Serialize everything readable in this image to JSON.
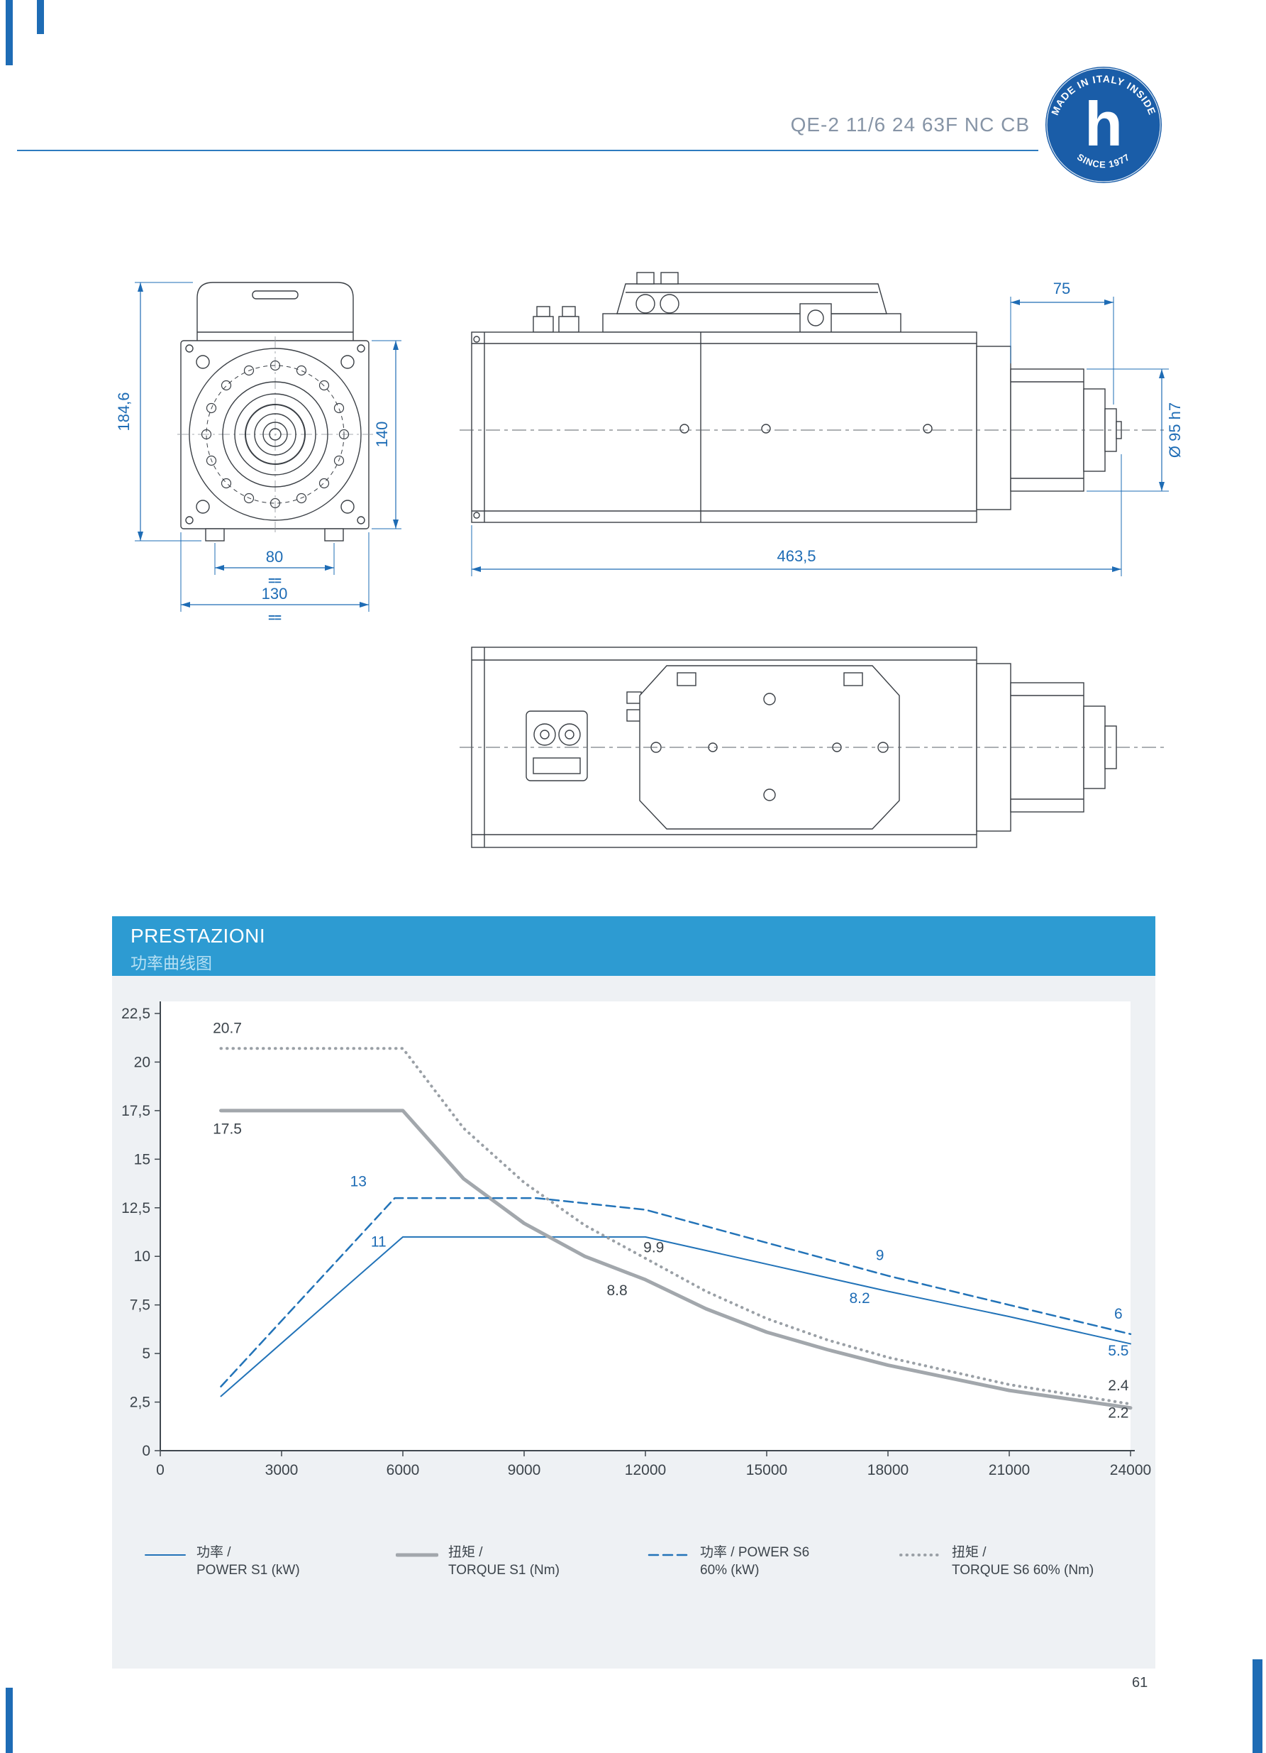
{
  "page": {
    "product_code": "QE-2 11/6 24 63F NC CB",
    "page_number": "61",
    "accent_blue": "#1e6cb5",
    "rule_color": "#2e7bbf"
  },
  "logo": {
    "arc_top": "MADE IN ITALY INSIDE",
    "arc_bottom": "SINCE 1977",
    "monogram": "h",
    "bg_color": "#1a5da8"
  },
  "drawings": {
    "front_view": {
      "dim_total_height": "184,6",
      "dim_body_height": "140",
      "dim_slot_width": "80",
      "dim_body_width": "130",
      "equality_mark": "=="
    },
    "side_view": {
      "dim_shaft_section": "75",
      "dim_shaft_diameter": "Ø 95 h7",
      "dim_total_length": "463,5"
    }
  },
  "performance": {
    "title": "PRESTAZIONI",
    "subtitle": "功率曲线图",
    "header_bg": "#2d9bd2",
    "section_bg": "#eef1f4"
  },
  "chart_data": {
    "type": "line",
    "title": "PRESTAZIONI 功率曲线图",
    "xlabel": "",
    "ylabel": "",
    "xlim": [
      0,
      24000
    ],
    "ylim": [
      0,
      22.5
    ],
    "grid": false,
    "plot_bg": "#ffffff",
    "axis_color": "#40484f",
    "tick_color": "#3c444b",
    "x_ticks": [
      0,
      3000,
      6000,
      9000,
      12000,
      15000,
      18000,
      21000,
      24000
    ],
    "x_tick_labels": [
      "0",
      "3000",
      "6000",
      "9000",
      "12000",
      "15000",
      "18000",
      "21000",
      "24000"
    ],
    "y_ticks": [
      0,
      2.5,
      5,
      7.5,
      10,
      12.5,
      15,
      17.5,
      20,
      22.5
    ],
    "y_tick_labels": [
      "0",
      "2,5",
      "5",
      "7,5",
      "10",
      "12,5",
      "15",
      "17,5",
      "20",
      "22,5"
    ],
    "series": [
      {
        "name": "POWER S1 (kW)",
        "color": "#2273b8",
        "width": 2,
        "dash": "",
        "points": [
          [
            1500,
            2.8
          ],
          [
            6000,
            11
          ],
          [
            12000,
            11
          ],
          [
            15000,
            9.6
          ],
          [
            18000,
            8.2
          ],
          [
            21000,
            6.9
          ],
          [
            24000,
            5.5
          ]
        ]
      },
      {
        "name": "TORQUE S1 (Nm)",
        "color": "#a2a7ac",
        "width": 5,
        "dash": "",
        "points": [
          [
            1500,
            17.5
          ],
          [
            6000,
            17.5
          ],
          [
            7500,
            14.0
          ],
          [
            9000,
            11.7
          ],
          [
            10500,
            10.0
          ],
          [
            12000,
            8.8
          ],
          [
            13500,
            7.3
          ],
          [
            15000,
            6.1
          ],
          [
            16500,
            5.2
          ],
          [
            18000,
            4.4
          ],
          [
            21000,
            3.1
          ],
          [
            24000,
            2.2
          ]
        ]
      },
      {
        "name": "POWER S6 60% (kW)",
        "color": "#2273b8",
        "width": 2.5,
        "dash": "13 7",
        "points": [
          [
            1500,
            3.3
          ],
          [
            5800,
            13
          ],
          [
            9300,
            13
          ],
          [
            12000,
            12.4
          ],
          [
            15000,
            10.7
          ],
          [
            18000,
            9
          ],
          [
            21000,
            7.5
          ],
          [
            24000,
            6
          ]
        ]
      },
      {
        "name": "TORQUE S6 60% (Nm)",
        "color": "#9aa0a6",
        "width": 4,
        "dash": "0.5 8",
        "points": [
          [
            1500,
            20.7
          ],
          [
            6000,
            20.7
          ],
          [
            7500,
            16.6
          ],
          [
            9000,
            13.8
          ],
          [
            10500,
            11.6
          ],
          [
            12000,
            9.9
          ],
          [
            13500,
            8.2
          ],
          [
            15000,
            6.8
          ],
          [
            16500,
            5.7
          ],
          [
            18000,
            4.8
          ],
          [
            21000,
            3.4
          ],
          [
            24000,
            2.4
          ]
        ]
      }
    ],
    "annotations": [
      {
        "text": "20.7",
        "x": 1300,
        "y": 21.5,
        "color": "#3c444b",
        "anchor": "start"
      },
      {
        "text": "17.5",
        "x": 1300,
        "y": 16.3,
        "color": "#3c444b",
        "anchor": "start"
      },
      {
        "text": "13",
        "x": 4900,
        "y": 13.6,
        "color": "#1e6cb5",
        "anchor": "middle"
      },
      {
        "text": "11",
        "x": 5400,
        "y": 10.5,
        "color": "#1e6cb5",
        "anchor": "middle"
      },
      {
        "text": "9.9",
        "x": 11950,
        "y": 10.2,
        "color": "#3c444b",
        "anchor": "start"
      },
      {
        "text": "8.8",
        "x": 11300,
        "y": 8.0,
        "color": "#3c444b",
        "anchor": "middle"
      },
      {
        "text": "9",
        "x": 17800,
        "y": 9.8,
        "color": "#1e6cb5",
        "anchor": "middle"
      },
      {
        "text": "8.2",
        "x": 17300,
        "y": 7.6,
        "color": "#1e6cb5",
        "anchor": "middle"
      },
      {
        "text": "6",
        "x": 23700,
        "y": 6.8,
        "color": "#1e6cb5",
        "anchor": "middle"
      },
      {
        "text": "5.5",
        "x": 23700,
        "y": 4.9,
        "color": "#1e6cb5",
        "anchor": "middle"
      },
      {
        "text": "2.4",
        "x": 23700,
        "y": 3.1,
        "color": "#3c444b",
        "anchor": "middle"
      },
      {
        "text": "2.2",
        "x": 23700,
        "y": 1.7,
        "color": "#3c444b",
        "anchor": "middle"
      }
    ],
    "legend_position": "bottom"
  },
  "legend": [
    {
      "line1": "功率 /",
      "line2": "POWER S1 (kW)"
    },
    {
      "line1": "扭矩 /",
      "line2": "TORQUE S1 (Nm)"
    },
    {
      "line1": "功率 / POWER S6",
      "line2": "60% (kW)"
    },
    {
      "line1": "扭矩 /",
      "line2": "TORQUE S6 60% (Nm)"
    }
  ]
}
